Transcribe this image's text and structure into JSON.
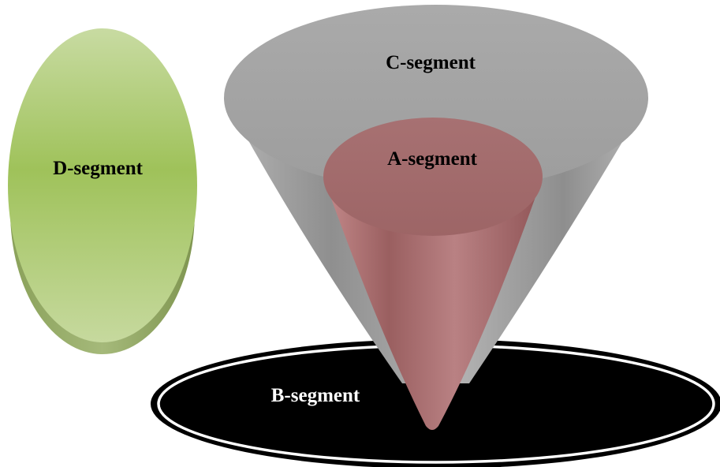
{
  "segments": {
    "a": {
      "label": "A-segment",
      "color": "#a36a6b"
    },
    "b": {
      "label": "B-segment",
      "color": "#000000"
    },
    "c": {
      "label": "C-segment",
      "color": "#a3a3a3"
    },
    "d": {
      "label": "D-segment",
      "color": "#9bc060"
    }
  }
}
